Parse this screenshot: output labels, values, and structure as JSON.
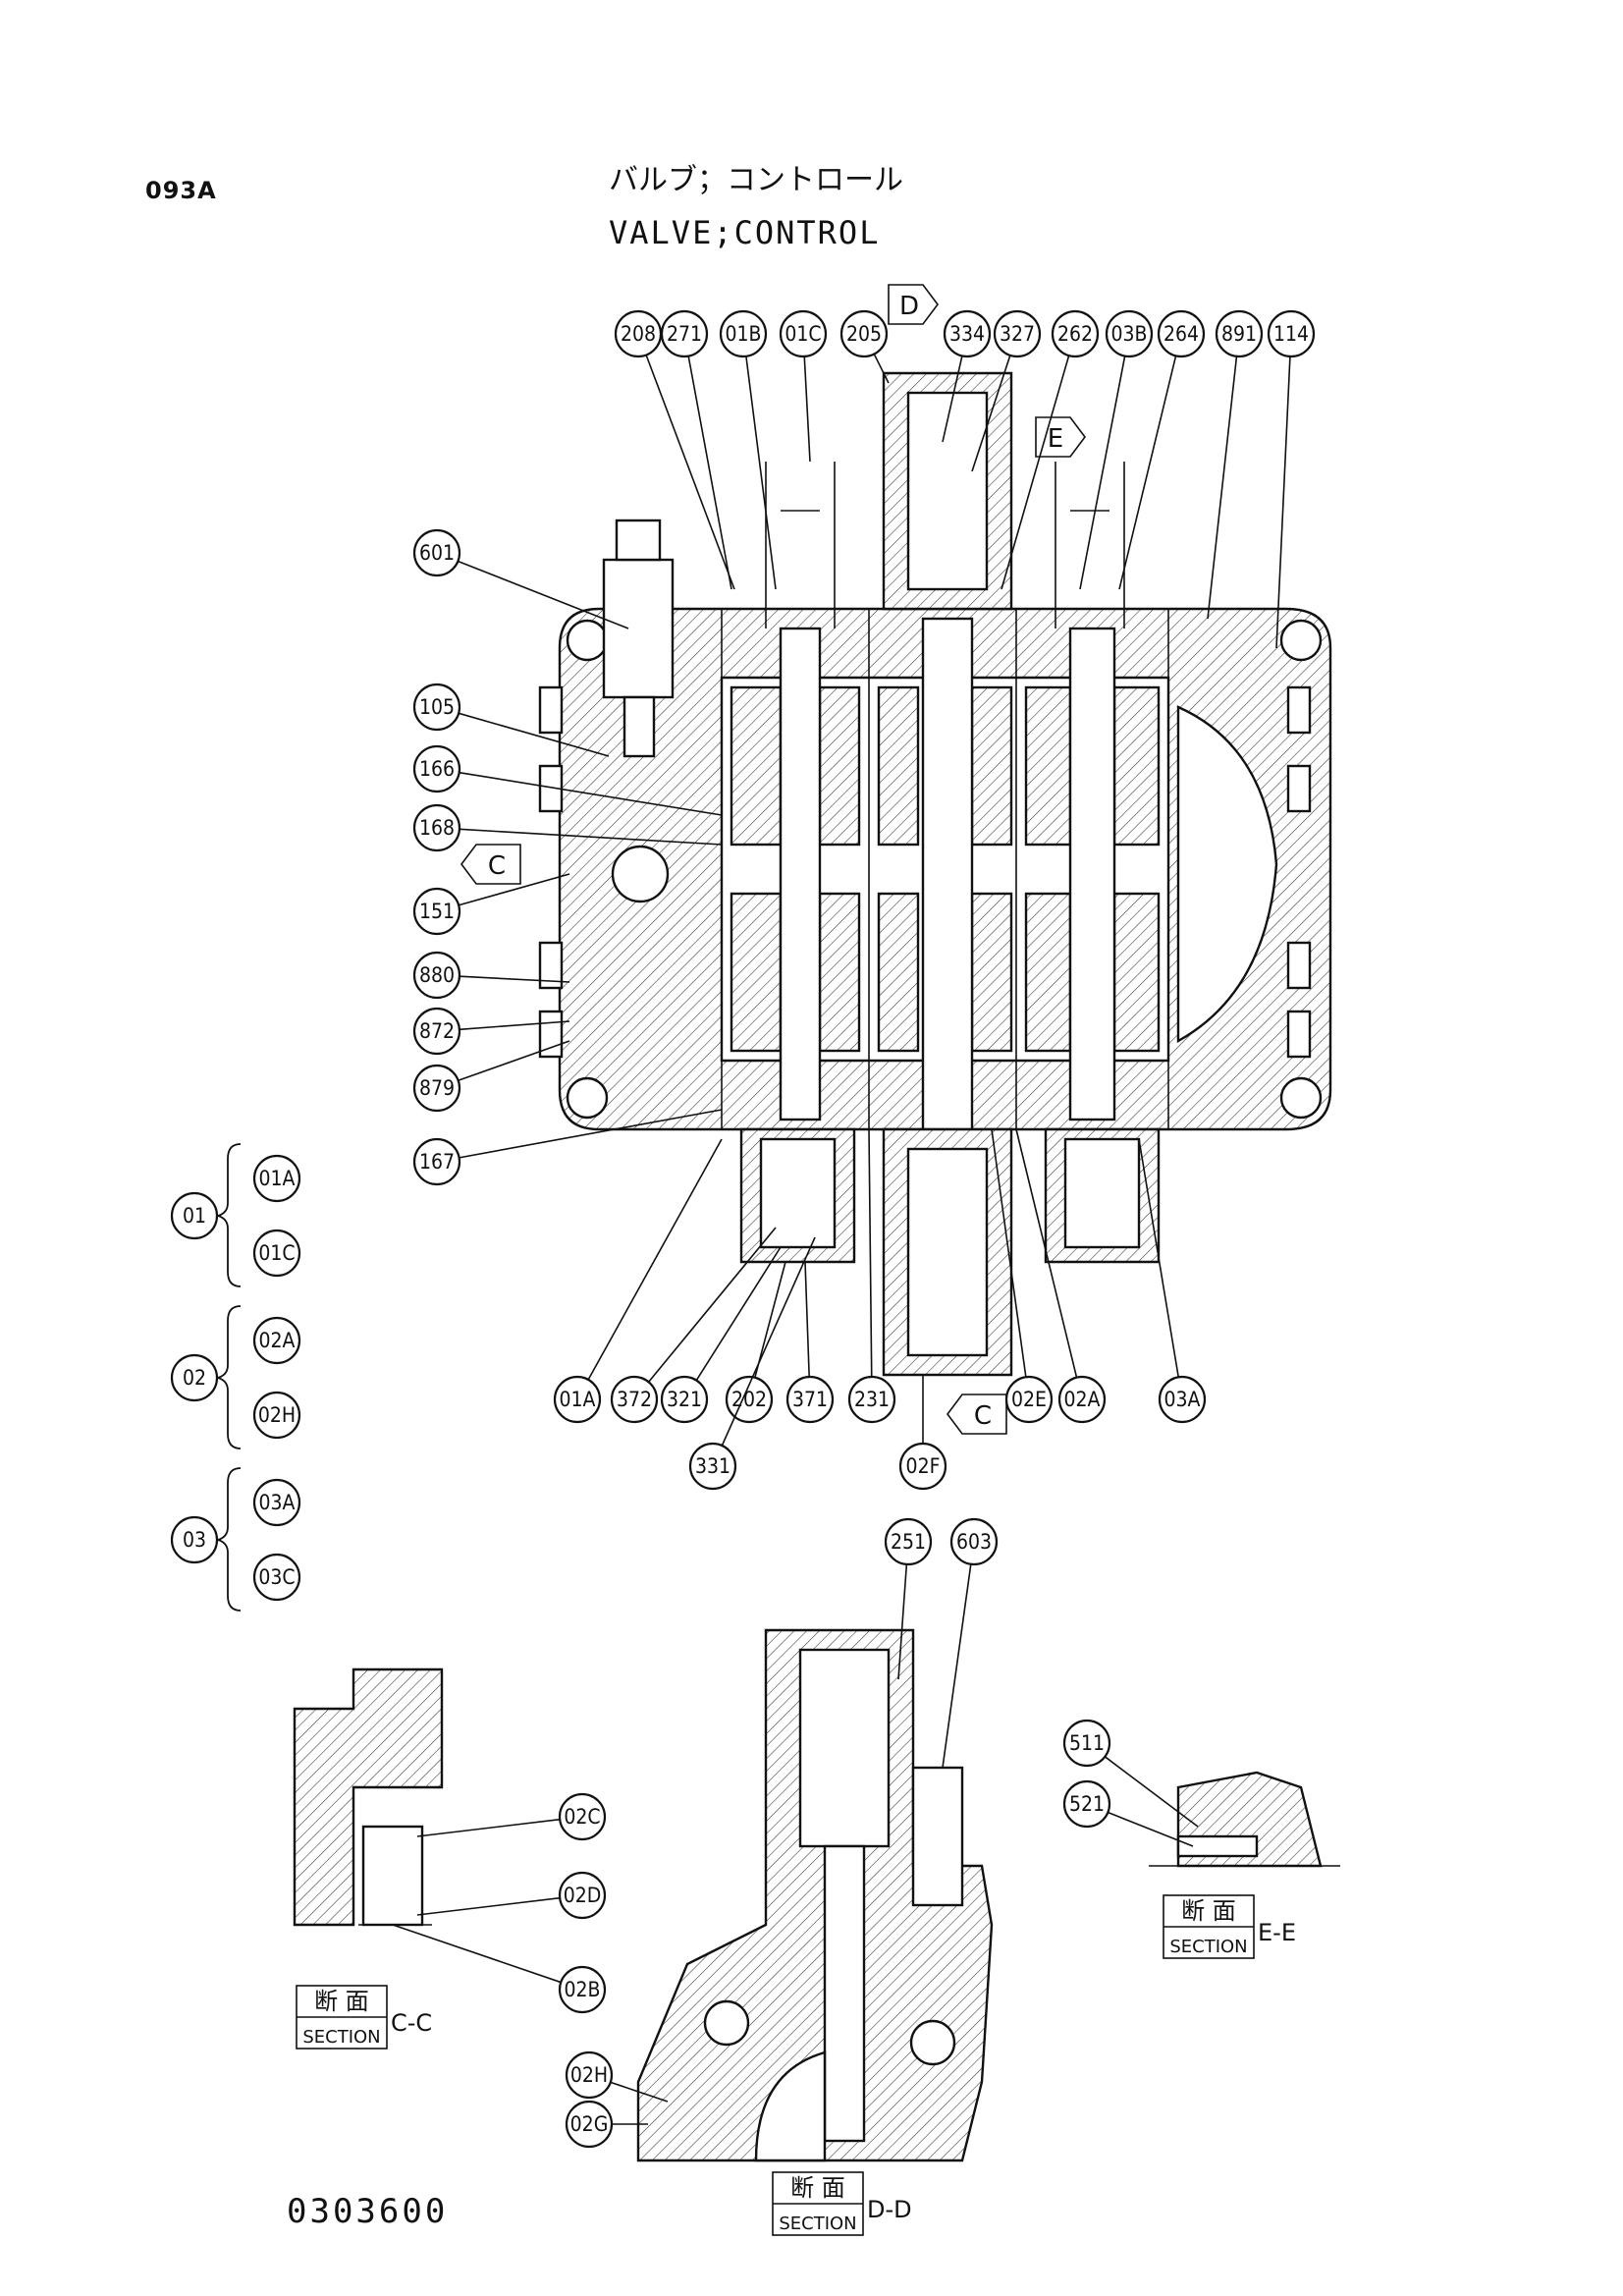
{
  "header": {
    "page_code": "093A",
    "title_jp": "バルブ；コントロール",
    "title_en": "VALVE;CONTROL"
  },
  "footer": {
    "document_number": "0303600"
  },
  "callouts": {
    "top": [
      "208",
      "271",
      "01B",
      "01C",
      "205",
      "334",
      "327",
      "262",
      "03B",
      "264",
      "891",
      "114"
    ],
    "left": [
      "601",
      "105",
      "166",
      "168",
      "151",
      "880",
      "872",
      "879",
      "167"
    ],
    "bottom": [
      "01A",
      "372",
      "321",
      "202",
      "371",
      "231",
      "02E",
      "02A",
      "03A",
      "331",
      "02F"
    ],
    "section_c": [
      "02C",
      "02D",
      "02B"
    ],
    "section_d_top": [
      "251",
      "603"
    ],
    "section_d_left": [
      "02H",
      "02G"
    ],
    "section_e": [
      "511",
      "521"
    ]
  },
  "groups": [
    {
      "id": "01",
      "from": "01A",
      "to": "01C"
    },
    {
      "id": "02",
      "from": "02A",
      "to": "02H"
    },
    {
      "id": "03",
      "from": "03A",
      "to": "03C"
    }
  ],
  "section_markers": {
    "d": "D",
    "e": "E",
    "c_left": "C",
    "c_bottom": "C"
  },
  "sections": [
    {
      "jp": "断 面",
      "en": "SECTION",
      "suffix": "C-C"
    },
    {
      "jp": "断 面",
      "en": "SECTION",
      "suffix": "D-D"
    },
    {
      "jp": "断 面",
      "en": "SECTION",
      "suffix": "E-E"
    }
  ]
}
